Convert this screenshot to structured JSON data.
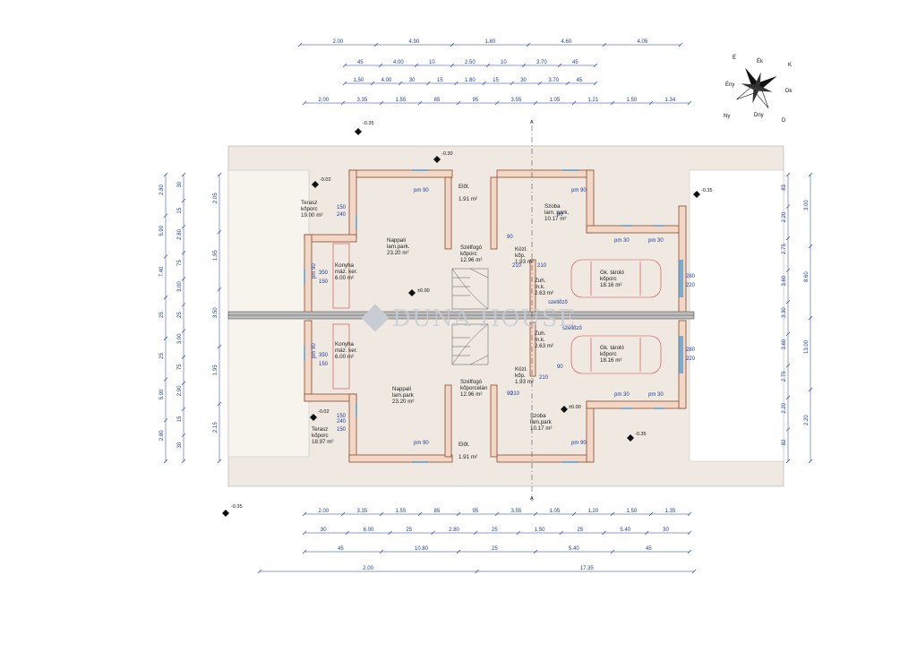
{
  "colors": {
    "dimension_line": "#1d3f9a",
    "wall_fill": "#f2d6c6",
    "wall_stroke": "#8a4b2c",
    "window": "#2a8fd6",
    "paving": "#efe9e1"
  },
  "watermark": "DUNA HOUSE",
  "compass": {
    "labels": [
      "É",
      "Ék",
      "K",
      "Dk",
      "D",
      "Dny",
      "Ny",
      "Ény"
    ]
  },
  "level_marks": [
    "-0.35",
    "-0.30",
    "-0.02",
    "-0.35",
    "±0.00",
    "-0.02",
    "±0.00",
    "-0.35",
    "-0.35"
  ],
  "section_marks": [
    "A",
    "A"
  ],
  "dimensions": {
    "top_row1": [
      "2.00",
      "4.90",
      "1.80",
      "4.60",
      "4.05"
    ],
    "top_row2": [
      "45",
      "4.00",
      "10",
      "2.50",
      "10",
      "3.70",
      "45"
    ],
    "top_row3": [
      "1.50",
      "4.00",
      "30",
      "15",
      "1.80",
      "15",
      "30",
      "3.70",
      "45"
    ],
    "top_row4": [
      "2.00",
      "3.35",
      "1.55",
      "85",
      "95",
      "3.55",
      "1.05",
      "1.21",
      "1.50",
      "1.34"
    ],
    "bottom_row1": [
      "2.00",
      "3.35",
      "1.55",
      "85",
      "95",
      "3.55",
      "1.05",
      "1.20",
      "1.50",
      "1.35"
    ],
    "bottom_row2": [
      "30",
      "6.00",
      "25",
      "2.80",
      "25",
      "1.50",
      "25",
      "5.40",
      "30"
    ],
    "bottom_row3": [
      "45",
      "10.80",
      "25",
      "5.40",
      "45"
    ],
    "bottom_row4": [
      "2.00",
      "17.35"
    ],
    "left_outer": [
      "2.80",
      "5.90",
      "7.40",
      "25",
      "25",
      "5.90",
      "2.80"
    ],
    "left_inner": [
      "30",
      "15",
      "2.80",
      "75",
      "3.00",
      "25",
      "3.00",
      "75",
      "2.90",
      "15",
      "30"
    ],
    "left_third": [
      "2.05",
      "1.95",
      "3.50",
      "1.95",
      "2.15"
    ],
    "right_outer": [
      "3.00",
      "8.60",
      "13.00",
      "2.20"
    ],
    "right_inner": [
      "83",
      "2.20",
      "2.75",
      "3.60",
      "3.30",
      "3.60",
      "2.75",
      "2.20",
      "82"
    ]
  },
  "rooms": [
    {
      "name": "Terasz",
      "floor": "kőporc",
      "area": "19.00 m²"
    },
    {
      "name": "Előt.",
      "floor": "",
      "area": "1.91 m²"
    },
    {
      "name": "Szoba",
      "floor": "lam. park.",
      "area": "10.17 m²"
    },
    {
      "name": "Nappali",
      "floor": "lam.park.",
      "area": "23.20 m²"
    },
    {
      "name": "Szélfogó",
      "floor": "kőporc",
      "area": "12.96 m²"
    },
    {
      "name": "Közl.",
      "floor": "kőp.",
      "area": "1.93 m²"
    },
    {
      "name": "Konyha",
      "floor": "máz. ker.",
      "area": "6.00 m²"
    },
    {
      "name": "Zuh.",
      "floor": "m.k.",
      "area": "2.63 m²"
    },
    {
      "name": "Gk. tároló",
      "floor": "kőporc",
      "area": "18.16 m²"
    },
    {
      "name": "Konyha",
      "floor": "máz. ker.",
      "area": "6.00 m²"
    },
    {
      "name": "Zuh.",
      "floor": "m.k.",
      "area": "2.63 m²"
    },
    {
      "name": "Gk. tároló",
      "floor": "kőporc",
      "area": "18.16 m²"
    },
    {
      "name": "Nappali",
      "floor": "lam.park",
      "area": "23.20 m²"
    },
    {
      "name": "Szélfogó",
      "floor": "kőporcelán",
      "area": "12.96 m²"
    },
    {
      "name": "Közl.",
      "floor": "kőp.",
      "area": "1.93 m²"
    },
    {
      "name": "Terasz",
      "floor": "kőporc",
      "area": "18.97 m²"
    },
    {
      "name": "Szoba",
      "floor": "lam.park",
      "area": "10.17 m²"
    },
    {
      "name": "Előt.",
      "floor": "",
      "area": "1.91 m²"
    }
  ],
  "window_tags": [
    "pm 90",
    "pm 90",
    "pm 30",
    "pm 30",
    "pm 90",
    "pm 90",
    "pm 30",
    "pm 30",
    "pm 90",
    "pm 90"
  ],
  "opening_sizes": [
    "150",
    "240",
    "150",
    "350",
    "150",
    "350",
    "150",
    "240",
    "150",
    "280",
    "220",
    "280",
    "220",
    "210",
    "210",
    "210",
    "210",
    "90",
    "90",
    "90",
    "90"
  ],
  "vent_tags": [
    "szellőző",
    "szellőző"
  ]
}
